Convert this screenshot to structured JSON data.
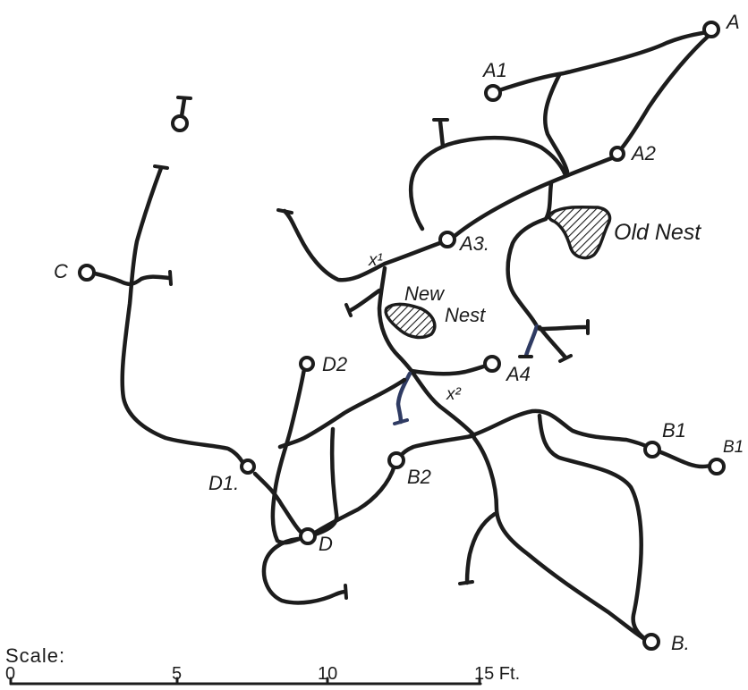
{
  "nodes": {
    "A": "A",
    "A1": "A1",
    "A2": "A2",
    "A3": "A3.",
    "A4": "A4",
    "B": "B.",
    "B1_left": "B1",
    "B1_right": "B1",
    "B2": "B2",
    "C": "C",
    "D": "D",
    "D1": "D1.",
    "D2": "D2"
  },
  "junctions": {
    "x1": "x¹",
    "x2": "x²"
  },
  "nests": {
    "new_line1": "New",
    "new_line2": "Nest",
    "old": "Old Nest"
  },
  "scale": {
    "title": "Scale:",
    "ticks": [
      "0",
      "5",
      "10",
      "15 Ft."
    ]
  },
  "colors": {
    "ink": "#1c1c1c",
    "paper": "#ffffff",
    "blue_ink": "#2f3b63"
  }
}
